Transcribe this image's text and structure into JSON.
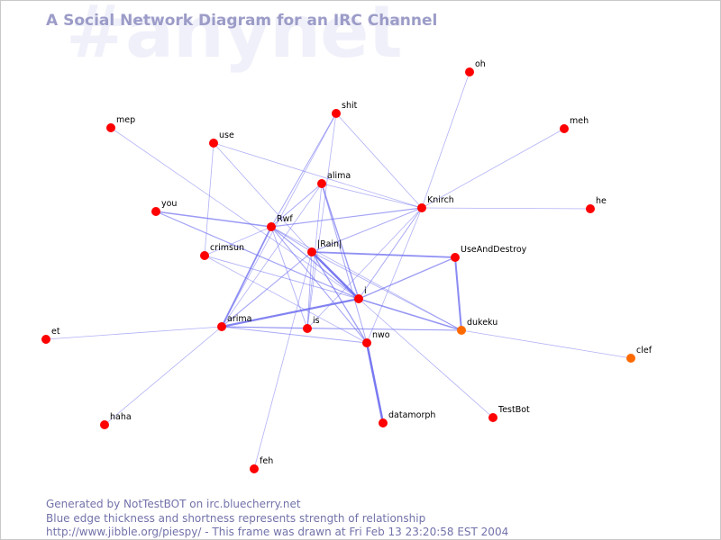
{
  "watermark": "#anynet",
  "title": "A Social Network Diagram for an IRC Channel",
  "footer": {
    "line1": "Generated by NotTestBOT on irc.bluecherry.net",
    "line2": "Blue edge thickness and shortness represents strength of relationship",
    "line3": "http://www.jibble.org/piespy/ - This frame was drawn at Fri Feb 13 23:20:58 EST 2004"
  },
  "colors": {
    "node": "#ff0000",
    "node_highlight": "#ff6a00",
    "edge": "#6a6af0",
    "title": "#9c9cc8",
    "watermark": "#f0f0fa",
    "footer": "#7272aa"
  },
  "nodes": [
    {
      "id": "oh",
      "label": "oh"
    },
    {
      "id": "mep",
      "label": "mep"
    },
    {
      "id": "shit",
      "label": "shit"
    },
    {
      "id": "meh",
      "label": "meh"
    },
    {
      "id": "use",
      "label": "use"
    },
    {
      "id": "alima",
      "label": "alima"
    },
    {
      "id": "Knirch",
      "label": "Knirch"
    },
    {
      "id": "he",
      "label": "he"
    },
    {
      "id": "you",
      "label": "you"
    },
    {
      "id": "Rwf",
      "label": "Rwf"
    },
    {
      "id": "Rain",
      "label": "|Rain|"
    },
    {
      "id": "UseAndDestroy",
      "label": "UseAndDestroy"
    },
    {
      "id": "crimsun",
      "label": "crimsun"
    },
    {
      "id": "i",
      "label": "i"
    },
    {
      "id": "arima",
      "label": "arima"
    },
    {
      "id": "is",
      "label": "is"
    },
    {
      "id": "dukeku",
      "label": "dukeku",
      "highlight": true
    },
    {
      "id": "et",
      "label": "et"
    },
    {
      "id": "nwo",
      "label": "nwo"
    },
    {
      "id": "clef",
      "label": "clef",
      "highlight": true
    },
    {
      "id": "TestBot",
      "label": "TestBot"
    },
    {
      "id": "datamorph",
      "label": "datamorph"
    },
    {
      "id": "haha",
      "label": "haha"
    },
    {
      "id": "feh",
      "label": "feh"
    }
  ],
  "edges": [
    {
      "from": "Rain",
      "to": "i",
      "strength": 2.5
    },
    {
      "from": "nwo",
      "to": "datamorph",
      "strength": 2.5
    },
    {
      "from": "arima",
      "to": "i",
      "strength": 2.2
    },
    {
      "from": "UseAndDestroy",
      "to": "dukeku",
      "strength": 2.0
    },
    {
      "from": "Rain",
      "to": "UseAndDestroy",
      "strength": 1.8
    },
    {
      "from": "Rwf",
      "to": "arima",
      "strength": 1.8
    },
    {
      "from": "i",
      "to": "dukeku",
      "strength": 1.6
    },
    {
      "from": "you",
      "to": "Rwf",
      "strength": 1.5
    },
    {
      "from": "i",
      "to": "UseAndDestroy",
      "strength": 1.4
    },
    {
      "from": "alima",
      "to": "i",
      "strength": 1.4
    },
    {
      "from": "Rain",
      "to": "nwo",
      "strength": 1.3
    },
    {
      "from": "Rwf",
      "to": "Knirch",
      "strength": 1.2
    },
    {
      "from": "you",
      "to": "i",
      "strength": 1.2
    },
    {
      "from": "Rwf",
      "to": "i",
      "strength": 1.2
    },
    {
      "from": "Rwf",
      "to": "nwo",
      "strength": 1.1
    },
    {
      "from": "Rain",
      "to": "arima",
      "strength": 1.1
    },
    {
      "from": "arima",
      "to": "nwo",
      "strength": 1.0
    },
    {
      "from": "shit",
      "to": "Rwf",
      "strength": 1.0
    },
    {
      "from": "alima",
      "to": "Rwf",
      "strength": 1.0
    },
    {
      "from": "alima",
      "to": "nwo",
      "strength": 1.0
    },
    {
      "from": "Knirch",
      "to": "Rain",
      "strength": 1.0
    },
    {
      "from": "Knirch",
      "to": "i",
      "strength": 1.0
    },
    {
      "from": "Rwf",
      "to": "Rain",
      "strength": 1.0
    },
    {
      "from": "arima",
      "to": "dukeku",
      "strength": 0.9
    },
    {
      "from": "is",
      "to": "Rain",
      "strength": 0.9
    },
    {
      "from": "Rwf",
      "to": "is",
      "strength": 0.9
    },
    {
      "from": "crimsun",
      "to": "i",
      "strength": 0.9
    },
    {
      "from": "arima",
      "to": "is",
      "strength": 0.9
    },
    {
      "from": "Rain",
      "to": "dukeku",
      "strength": 0.9
    },
    {
      "from": "shit",
      "to": "arima",
      "strength": 0.8
    },
    {
      "from": "use",
      "to": "Rain",
      "strength": 0.8
    },
    {
      "from": "use",
      "to": "crimsun",
      "strength": 0.8
    },
    {
      "from": "Knirch",
      "to": "oh",
      "strength": 0.8
    },
    {
      "from": "Knirch",
      "to": "nwo",
      "strength": 0.8
    },
    {
      "from": "Knirch",
      "to": "is",
      "strength": 0.8
    },
    {
      "from": "Knirch",
      "to": "he",
      "strength": 0.8
    },
    {
      "from": "Knirch",
      "to": "meh",
      "strength": 0.8
    },
    {
      "from": "alima",
      "to": "Knirch",
      "strength": 0.8
    },
    {
      "from": "shit",
      "to": "Knirch",
      "strength": 0.8
    },
    {
      "from": "use",
      "to": "Knirch",
      "strength": 0.8
    },
    {
      "from": "shit",
      "to": "is",
      "strength": 0.8
    },
    {
      "from": "alima",
      "to": "is",
      "strength": 0.8
    },
    {
      "from": "crimsun",
      "to": "nwo",
      "strength": 0.8
    },
    {
      "from": "crimsun",
      "to": "Rwf",
      "strength": 0.8
    },
    {
      "from": "is",
      "to": "dukeku",
      "strength": 0.8
    },
    {
      "from": "mep",
      "to": "i",
      "strength": 0.8
    },
    {
      "from": "et",
      "to": "arima",
      "strength": 0.8
    },
    {
      "from": "haha",
      "to": "arima",
      "strength": 0.8
    },
    {
      "from": "feh",
      "to": "Rain",
      "strength": 0.8
    },
    {
      "from": "i",
      "to": "TestBot",
      "strength": 0.8
    },
    {
      "from": "dukeku",
      "to": "clef",
      "strength": 0.8
    },
    {
      "from": "arima",
      "to": "alima",
      "strength": 0.8
    },
    {
      "from": "Rwf",
      "to": "dukeku",
      "strength": 0.8
    }
  ]
}
